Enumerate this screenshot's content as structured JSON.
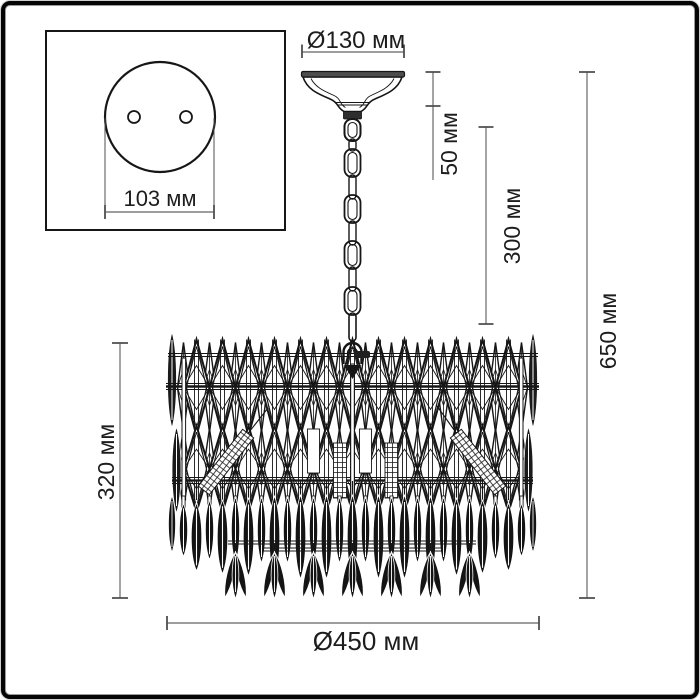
{
  "drawing": {
    "unit": "мм",
    "labels": {
      "canopy_diameter": "Ø130 мм",
      "canopy_height": "50 мм",
      "chain_length": "300 мм",
      "overall_height": "650 мм",
      "shade_height": "320 мм",
      "shade_diameter": "Ø450 мм",
      "mounting_plate_diameter": "103 мм"
    },
    "values_mm": {
      "canopy_diameter": 130,
      "canopy_height": 50,
      "chain_length": 300,
      "overall_height": 650,
      "shade_height": 320,
      "shade_diameter": 450,
      "mounting_plate_diameter": 103
    },
    "colors": {
      "ink": "#161616",
      "dimension_line": "#7d7d7d",
      "dimension_tick": "#4f4f4f",
      "label_text": "#1d1d1d",
      "background": "#ffffff",
      "frame": "#000000"
    }
  }
}
